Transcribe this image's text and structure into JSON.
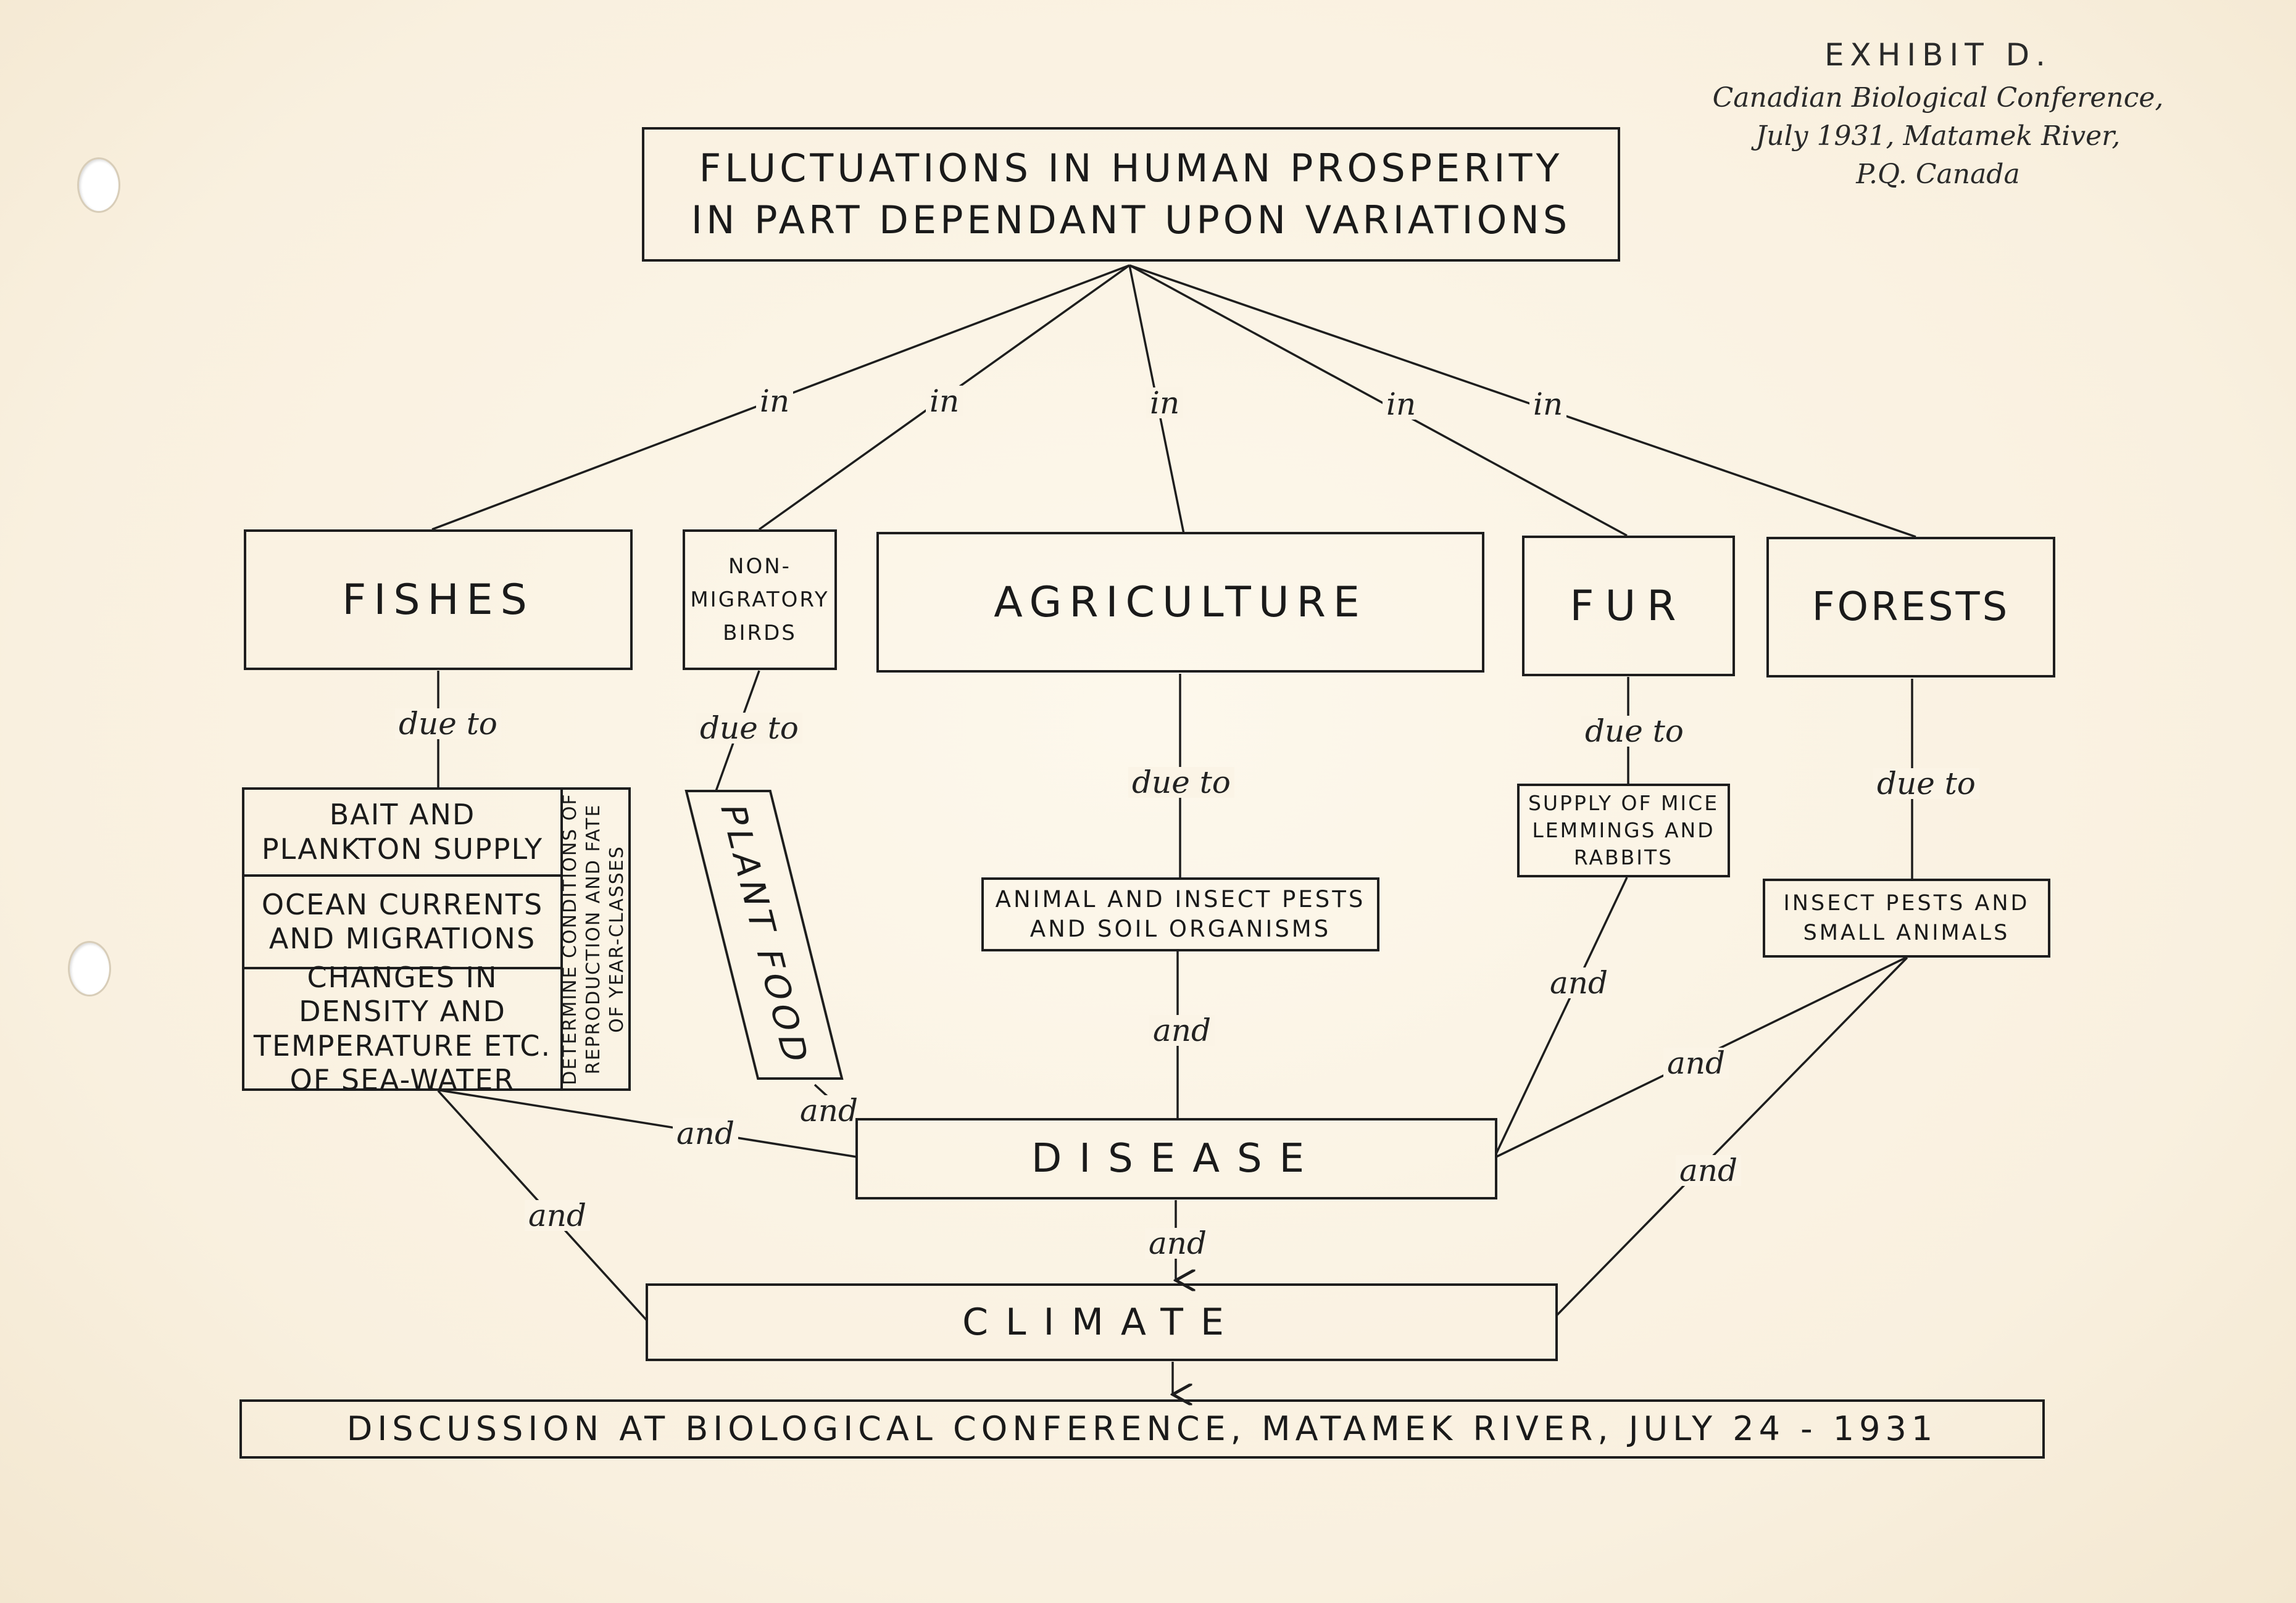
{
  "exhibit": {
    "label": "EXHIBIT D.",
    "line1": "Canadian Biological Conference,",
    "line2": "July 1931, Matamek River,",
    "line3": "P.Q. Canada"
  },
  "top_box": {
    "line1": "FLUCTUATIONS IN HUMAN PROSPERITY",
    "line2": "IN PART DEPENDANT UPON VARIATIONS"
  },
  "connector_labels": {
    "in": "in",
    "due_to": "due to",
    "and": "and"
  },
  "categories": {
    "fishes": "FISHES",
    "birds_line1": "NON-",
    "birds_line2": "MIGRATORY",
    "birds_line3": "BIRDS",
    "agriculture": "AGRICULTURE",
    "fur": "FUR",
    "forests": "FORESTS"
  },
  "fish_factors": {
    "bait": "BAIT AND PLANKTON SUPPLY",
    "currents": "OCEAN CURRENTS AND MIGRATIONS",
    "density": "CHANGES IN DENSITY AND TEMPERATURE ETC. OF SEA-WATER",
    "determine": "DETERMINE CONDITIONS OF REPRODUCTION AND FATE OF YEAR-CLASSES"
  },
  "plant_food": "PLANT FOOD",
  "agri_factor_line1": "ANIMAL AND INSECT PESTS",
  "agri_factor_line2": "AND SOIL ORGANISMS",
  "fur_factor_line1": "SUPPLY OF MICE",
  "fur_factor_line2": "LEMMINGS AND",
  "fur_factor_line3": "RABBITS",
  "forest_factor_line1": "INSECT PESTS AND",
  "forest_factor_line2": "SMALL ANIMALS",
  "disease": "DISEASE",
  "climate": "CLIMATE",
  "footer": "DISCUSSION AT BIOLOGICAL CONFERENCE, MATAMEK RIVER, JULY 24 - 1931"
}
